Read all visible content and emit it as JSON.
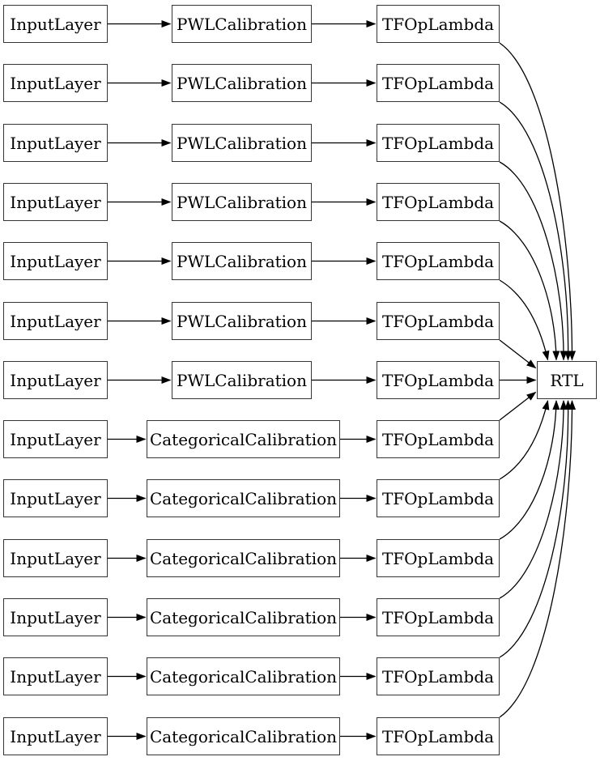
{
  "diagram": {
    "type": "graph",
    "direction": "left-to-right",
    "colors": {
      "background": "#ffffff",
      "node_fill": "#ffffff",
      "node_border": "#343434",
      "edge": "#000000",
      "text": "#000000"
    },
    "rows": [
      {
        "input": "InputLayer",
        "calibration": "PWLCalibration",
        "op": "TFOpLambda"
      },
      {
        "input": "InputLayer",
        "calibration": "PWLCalibration",
        "op": "TFOpLambda"
      },
      {
        "input": "InputLayer",
        "calibration": "PWLCalibration",
        "op": "TFOpLambda"
      },
      {
        "input": "InputLayer",
        "calibration": "PWLCalibration",
        "op": "TFOpLambda"
      },
      {
        "input": "InputLayer",
        "calibration": "PWLCalibration",
        "op": "TFOpLambda"
      },
      {
        "input": "InputLayer",
        "calibration": "PWLCalibration",
        "op": "TFOpLambda"
      },
      {
        "input": "InputLayer",
        "calibration": "PWLCalibration",
        "op": "TFOpLambda"
      },
      {
        "input": "InputLayer",
        "calibration": "CategoricalCalibration",
        "op": "TFOpLambda"
      },
      {
        "input": "InputLayer",
        "calibration": "CategoricalCalibration",
        "op": "TFOpLambda"
      },
      {
        "input": "InputLayer",
        "calibration": "CategoricalCalibration",
        "op": "TFOpLambda"
      },
      {
        "input": "InputLayer",
        "calibration": "CategoricalCalibration",
        "op": "TFOpLambda"
      },
      {
        "input": "InputLayer",
        "calibration": "CategoricalCalibration",
        "op": "TFOpLambda"
      },
      {
        "input": "InputLayer",
        "calibration": "CategoricalCalibration",
        "op": "TFOpLambda"
      }
    ],
    "output_node": {
      "label": "RTL"
    },
    "edges_per_row": [
      "input->calibration",
      "calibration->op",
      "op->output"
    ]
  }
}
